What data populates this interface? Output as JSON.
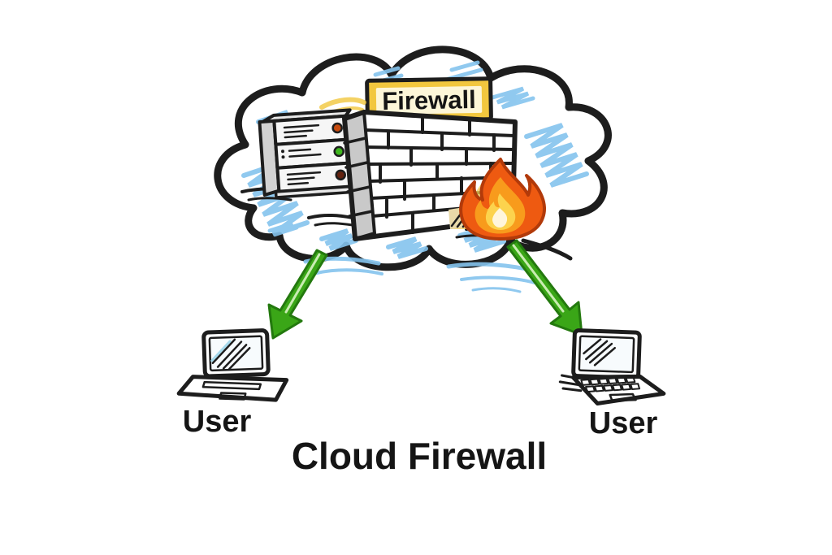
{
  "title": {
    "label": "Cloud Firewall"
  },
  "cloud": {
    "sign_label": "Firewall"
  },
  "users": {
    "left": {
      "label": "User"
    },
    "right": {
      "label": "User"
    }
  },
  "icons": [
    "cloud-icon",
    "firewall-sign-icon",
    "server-rack-icon",
    "brick-wall-icon",
    "flame-icon",
    "arrow-down-left-icon",
    "arrow-down-right-icon",
    "laptop-icon-left",
    "laptop-icon-right"
  ],
  "colors": {
    "ink": "#1d1d1d",
    "cloud_fill": "#ffffff",
    "scribble_blue": "#85c4ee",
    "sign_yellow": "#f2c73e",
    "sign_panel": "#fdf6d8",
    "sign_text": "#161616",
    "server_body": "#f6f6f6",
    "server_side": "#d2d2d2",
    "server_top": "#e8e8e8",
    "led_top": "#c64a0e",
    "led_middle": "#3fb61e",
    "led_bottom": "#63220f",
    "wall_face": "#ffffff",
    "wall_side": "#c9c9c9",
    "wall_glow": "#f3cf55",
    "wall_hatch_bg": "#e8d9a8",
    "flame_outline": "#b23a0a",
    "flame_outer": "#ee5a11",
    "flame_mid": "#f89b1c",
    "flame_inner": "#fcd34d",
    "flame_core": "#fff6dc",
    "arrow_green": "#3aa617",
    "arrow_green_dark": "#23790e",
    "arrow_highlight": "#c9ecb2",
    "laptop_screen": "#f7fbfd",
    "screen_accent": "#a5d9ec"
  }
}
